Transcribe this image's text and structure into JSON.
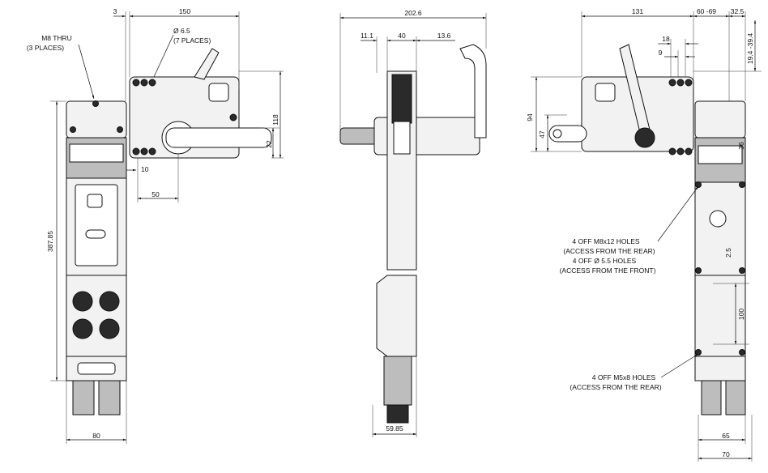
{
  "front_view": {
    "dims": {
      "d3": "3",
      "d150": "150",
      "hole_dia": "Ø 6.5",
      "hole_places": "(7 PLACES)",
      "d118": "118",
      "d22": "22",
      "d10": "10",
      "d50": "50",
      "d387": "387.85",
      "d80": "80"
    },
    "notes": {
      "m8_line1": "M8 THRU",
      "m8_line2": "(3 PLACES)"
    }
  },
  "side_view": {
    "dims": {
      "d202": "202.6",
      "d11": "11.1",
      "d40": "40",
      "d13": "13.6",
      "d59": "59.85"
    }
  },
  "right_view": {
    "dims": {
      "d131": "131",
      "d60": "60 -69",
      "d32": "32.5",
      "d18": "18",
      "d9": "9",
      "d19": "19.4 -39.4",
      "d94": "94",
      "d47": "47",
      "d36": "36",
      "d25": "2.5",
      "d100": "100",
      "d65": "65",
      "d70": "70"
    },
    "notes": {
      "m8x12_line1": "4 OFF M8x12 HOLES",
      "m8x12_line2": "(ACCESS FROM THE REAR)",
      "m55_line1": "4 OFF Ø 5.5 HOLES",
      "m55_line2": "(ACCESS FROM THE FRONT)",
      "m5x8_line1": "4 OFF M5x8 HOLES",
      "m5x8_line2": "(ACCESS FROM THE REAR)"
    }
  },
  "colors": {
    "line": "#111111",
    "body_fill": "#f2f2f2",
    "dark_fill": "#2a2a2a"
  }
}
